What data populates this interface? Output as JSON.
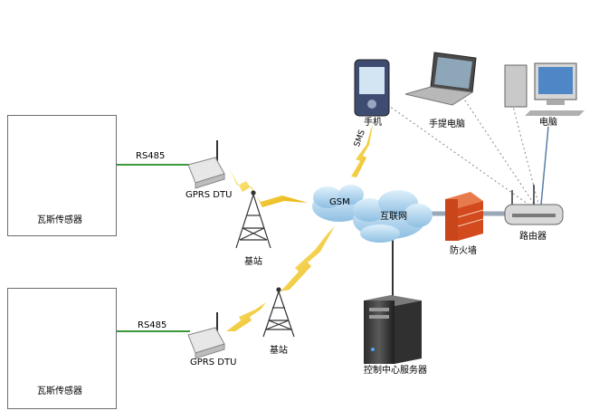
{
  "sensors": [
    {
      "label": "瓦斯传感器",
      "bus": "RS485",
      "dtu": "GPRS  DTU"
    },
    {
      "label": "瓦斯传感器",
      "bus": "RS485",
      "dtu": "GPRS  DTU"
    }
  ],
  "base_stations": [
    {
      "label": "基站"
    },
    {
      "label": "基站"
    }
  ],
  "networks": {
    "gsm": "GSM",
    "internet": "互联网",
    "sms": "SMS"
  },
  "devices": {
    "phone": "手机",
    "laptop": "手提电脑",
    "desktop": "电脑",
    "router": "路由器",
    "firewall": "防火墙",
    "server": "控制中心服务器"
  },
  "colors": {
    "link_green": "#3a9a3a",
    "lightning": "#f0c020",
    "cloud": "#9fc8e6",
    "firewall": "#d34a1e"
  }
}
